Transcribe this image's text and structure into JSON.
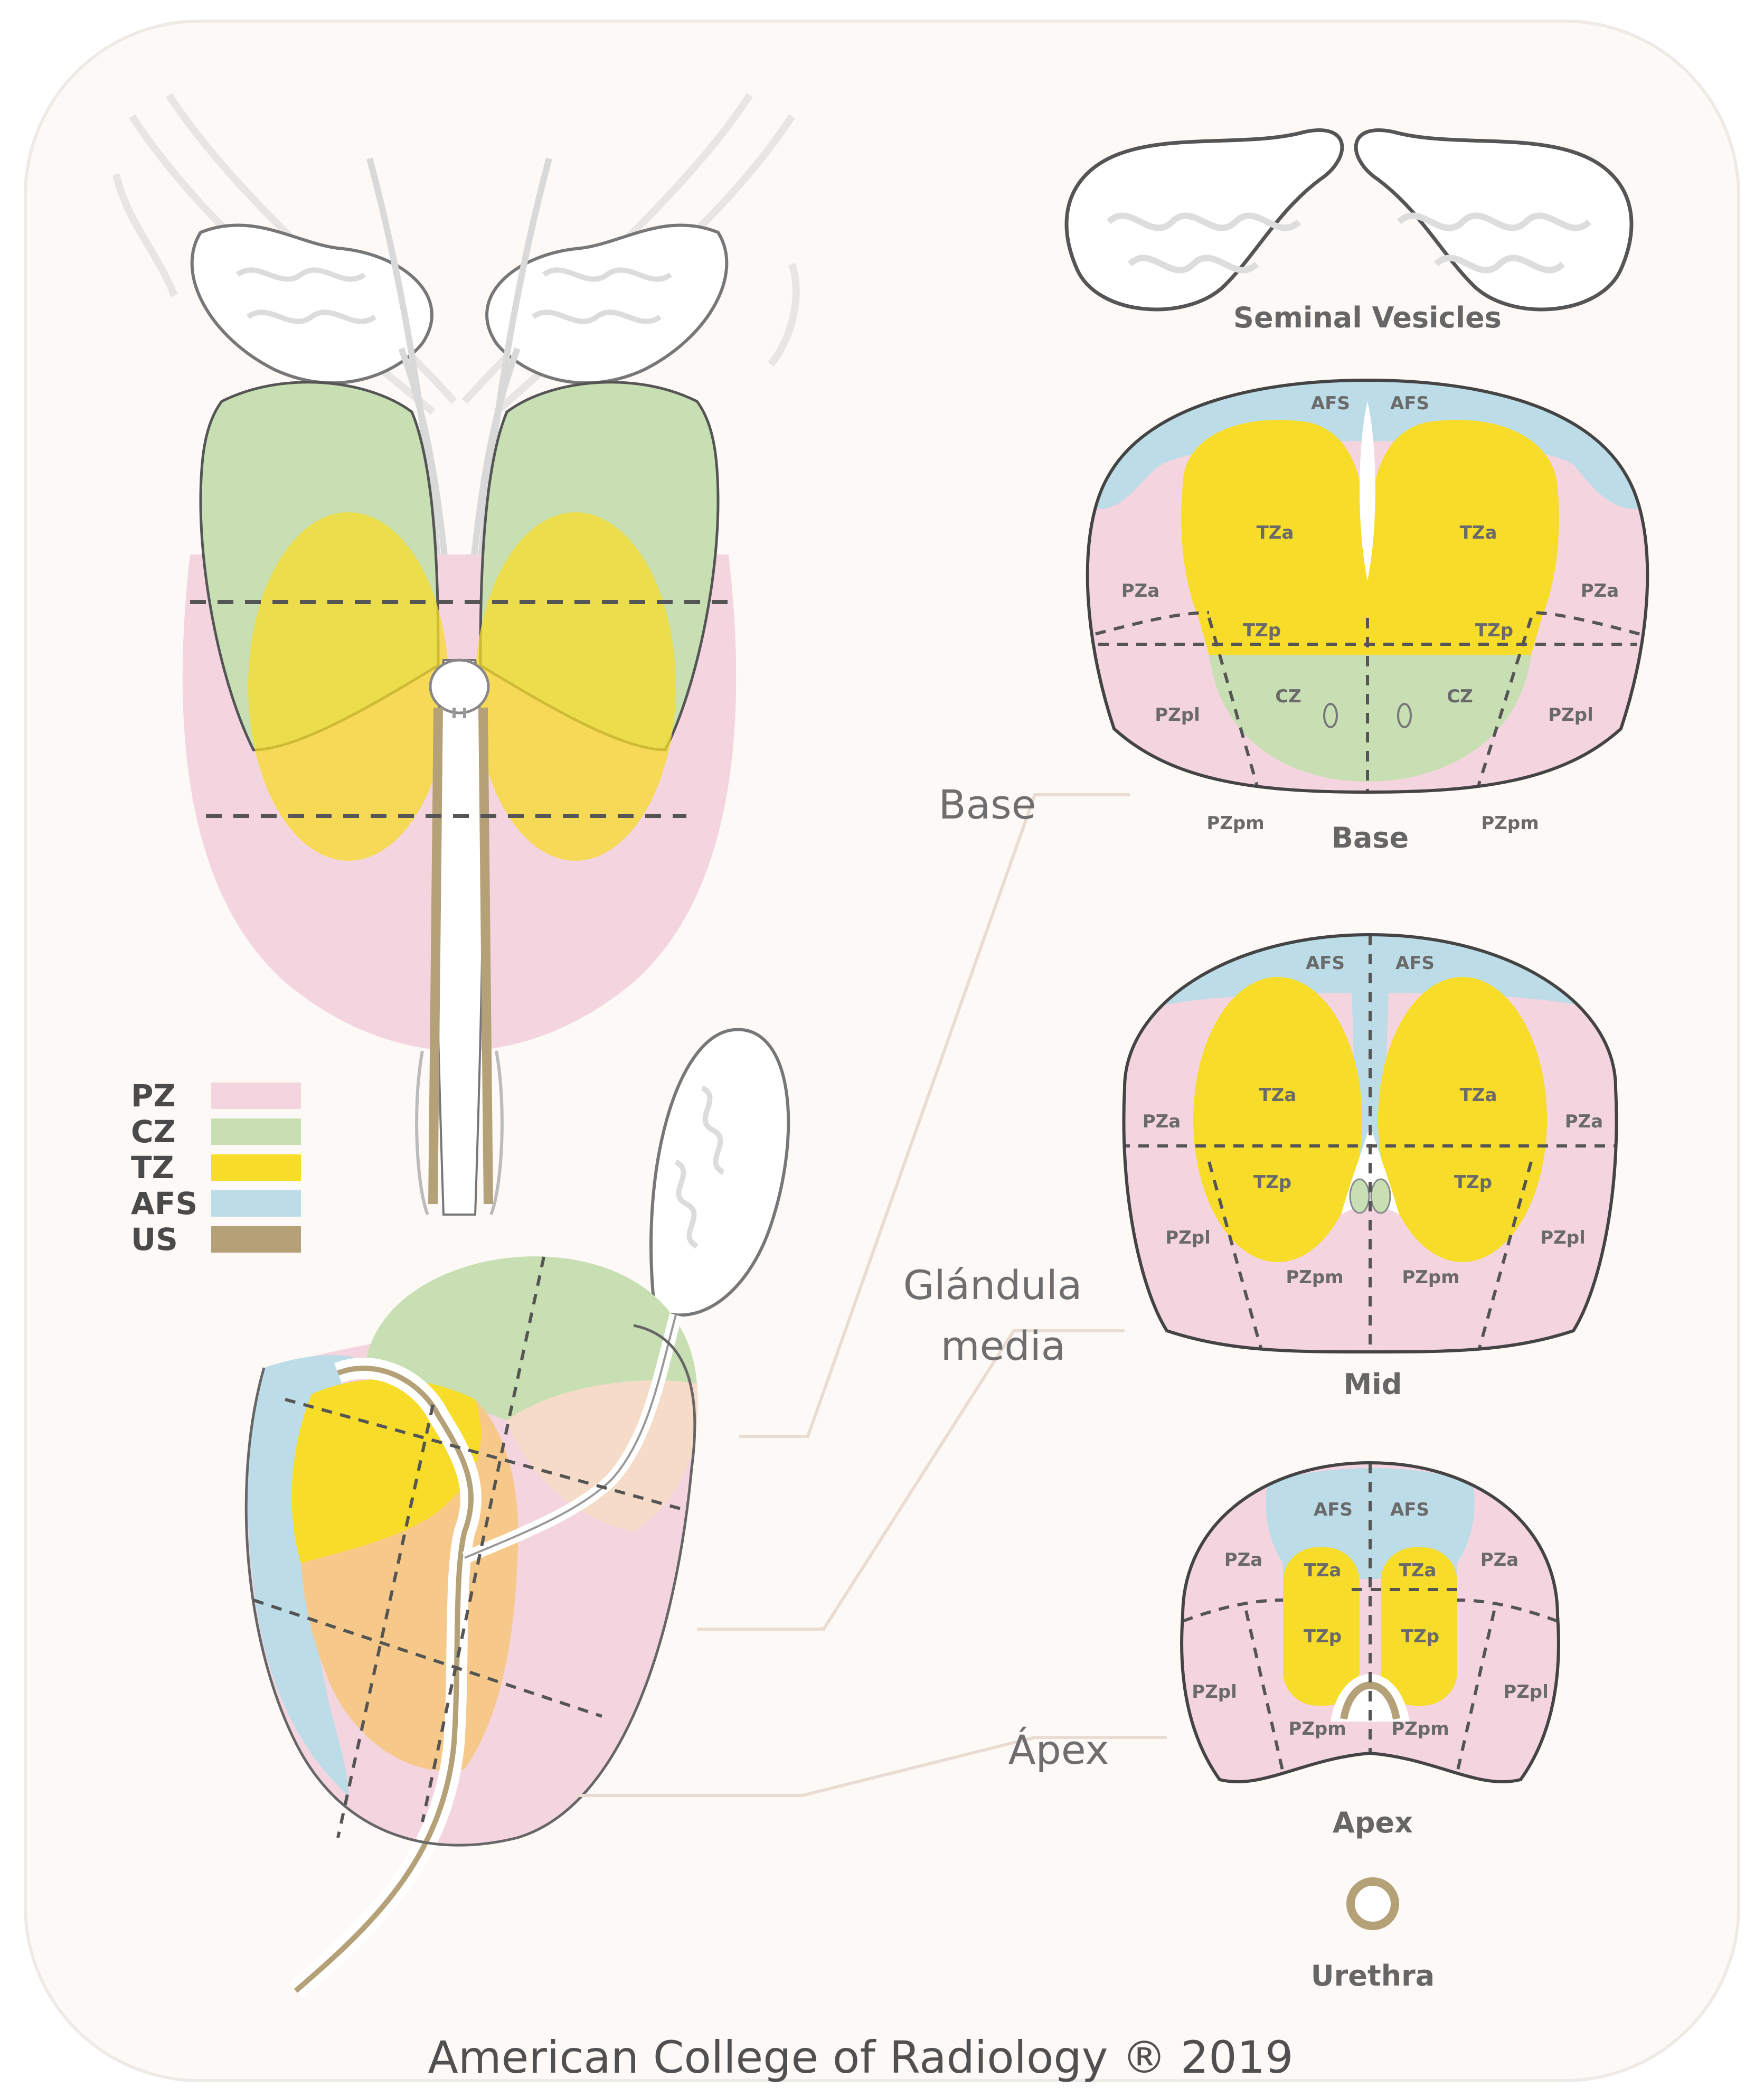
{
  "legend": [
    {
      "label": "PZ",
      "color": "#f4d4df"
    },
    {
      "label": "CZ",
      "color": "#c8dfb4"
    },
    {
      "label": "TZ",
      "color": "#f7dc2a"
    },
    {
      "label": "AFS",
      "color": "#bcdde8"
    },
    {
      "label": "US",
      "color": "#b5a178"
    }
  ],
  "colors": {
    "background": "#fdf9f6",
    "pz": "#f4d4df",
    "cz": "#c8dfb4",
    "tz": "#f7dc2a",
    "afs": "#bcdde8",
    "us": "#b5a178",
    "overlap": "#f6c98a"
  },
  "sections": {
    "seminal_vesicles": "Seminal Vesicles",
    "base": {
      "caption": "Base",
      "labels": [
        "AFS",
        "AFS",
        "TZa",
        "TZa",
        "PZa",
        "PZa",
        "TZp",
        "TZp",
        "CZ",
        "CZ",
        "PZpl",
        "PZpl",
        "PZpm",
        "PZpm"
      ]
    },
    "mid": {
      "caption": "Mid",
      "labels": [
        "AFS",
        "AFS",
        "TZa",
        "TZa",
        "PZa",
        "PZa",
        "TZp",
        "TZp",
        "PZpl",
        "PZpl",
        "PZpm",
        "PZpm"
      ]
    },
    "apex": {
      "caption": "Apex",
      "labels": [
        "AFS",
        "AFS",
        "PZa",
        "TZa",
        "TZa",
        "PZa",
        "TZp",
        "TZp",
        "PZpl",
        "PZpl",
        "PZpm",
        "PZpm"
      ]
    },
    "urethra": "Urethra"
  },
  "overlay_labels": {
    "base": "Base",
    "glandula_line1": "Glándula",
    "glandula_line2": "media",
    "apex": "Ápex"
  },
  "credit": "American College of Radiology ® 2019"
}
